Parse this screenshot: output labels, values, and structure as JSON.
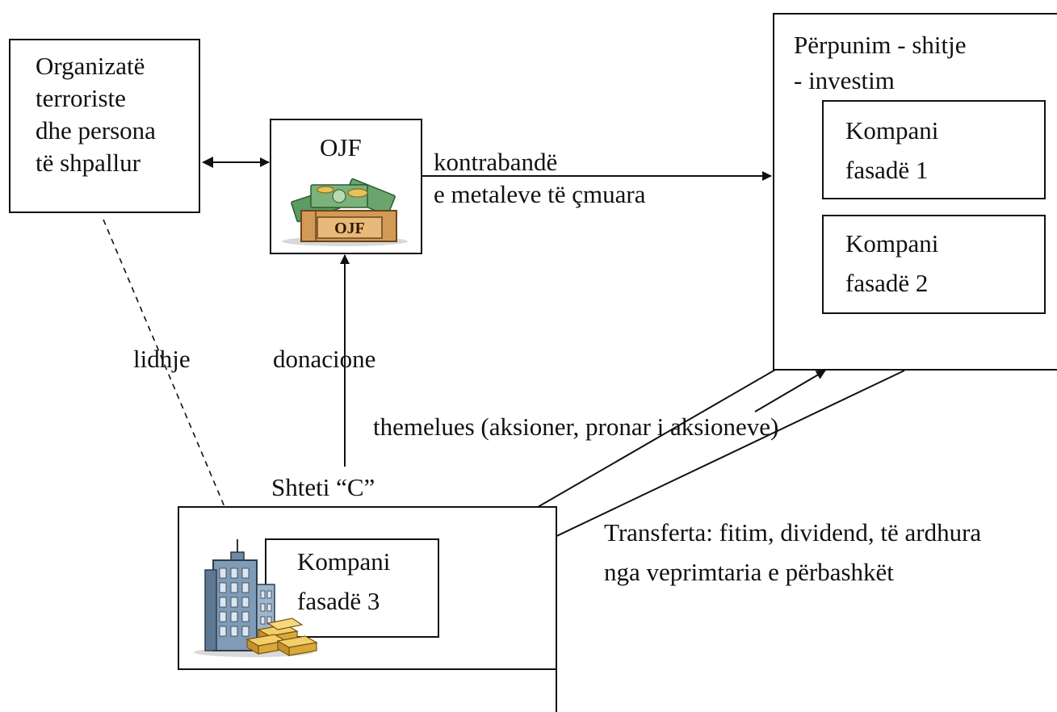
{
  "org_box": {
    "lines": [
      "Organizatë",
      "terroriste",
      "dhe persona",
      "të shpallur"
    ]
  },
  "ojf_box": {
    "title": "OJF",
    "icon_label": "OJF"
  },
  "processing_box": {
    "lines": [
      "Përpunim - shitje",
      "- investim"
    ],
    "company1": [
      "Kompani",
      "fasadë 1"
    ],
    "company2": [
      "Kompani",
      "fasadë 2"
    ]
  },
  "state_c": {
    "label": "Shteti “C”",
    "company3": [
      "Kompani",
      "fasadë 3"
    ]
  },
  "edges": {
    "smuggling": [
      "kontrabandë",
      "e metaleve të çmuara"
    ],
    "donations": "donacione",
    "link": "lidhje",
    "founder": "themelues (aksioner, pronar i aksioneve)",
    "transfers": [
      "Transferta: fitim, dividend, të ardhura",
      "nga veprimtaria e përbashkët"
    ]
  },
  "icons": [
    "money-box-icon",
    "office-building-icon",
    "gold-bars-icon"
  ],
  "colors": {
    "line": "#111111",
    "box_fill": "#c98b3f",
    "money_green": "#4f8a55",
    "building_blue": "#6d8aa6",
    "gold": "#e0b040"
  }
}
